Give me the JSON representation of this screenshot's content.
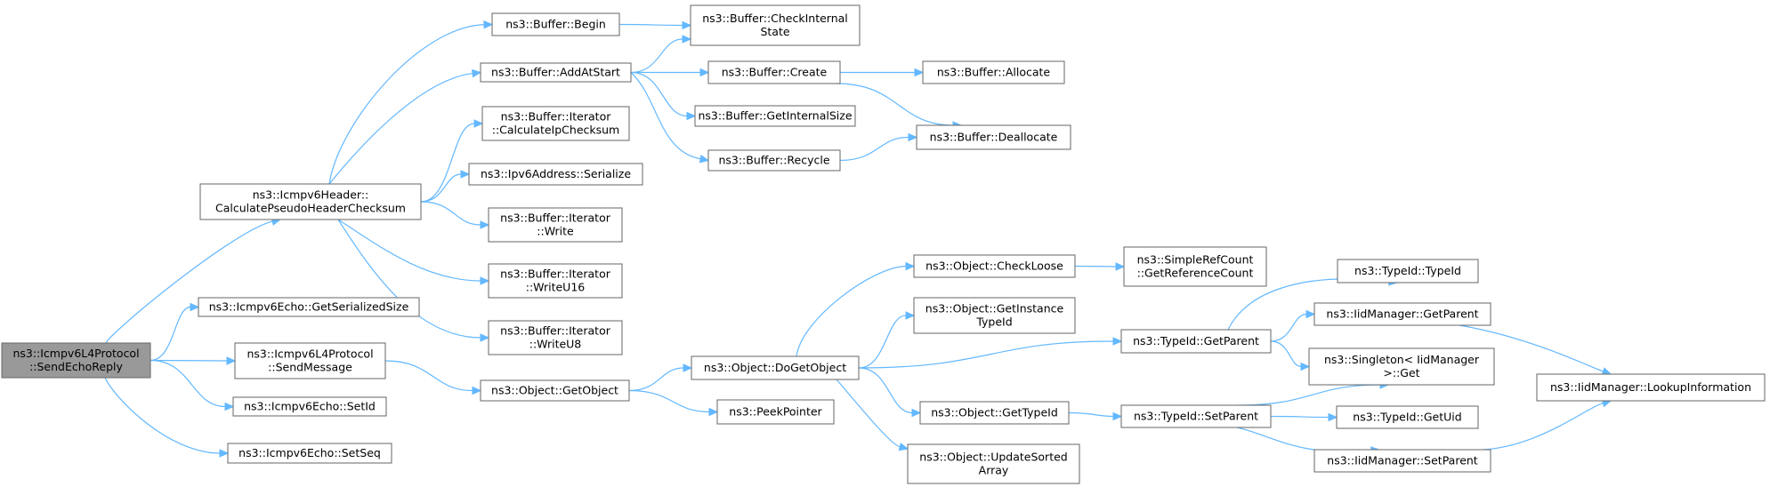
{
  "diagram": {
    "title": "",
    "nodes": [
      {
        "id": "send_echo_reply",
        "lines": [
          "ns3::Icmpv6L4Protocol",
          "::SendEchoReply"
        ],
        "root": true
      },
      {
        "id": "calc_pseudo",
        "lines": [
          "ns3::Icmpv6Header::",
          "CalculatePseudoHeaderChecksum"
        ]
      },
      {
        "id": "echo_get_serialized",
        "lines": [
          "ns3::Icmpv6Echo::GetSerializedSize"
        ]
      },
      {
        "id": "send_message",
        "lines": [
          "ns3::Icmpv6L4Protocol",
          "::SendMessage"
        ]
      },
      {
        "id": "echo_set_id",
        "lines": [
          "ns3::Icmpv6Echo::SetId"
        ]
      },
      {
        "id": "echo_set_seq",
        "lines": [
          "ns3::Icmpv6Echo::SetSeq"
        ]
      },
      {
        "id": "buffer_begin",
        "lines": [
          "ns3::Buffer::Begin"
        ]
      },
      {
        "id": "buffer_add_at_start",
        "lines": [
          "ns3::Buffer::AddAtStart"
        ]
      },
      {
        "id": "iter_calc_ip",
        "lines": [
          "ns3::Buffer::Iterator",
          "::CalculateIpChecksum"
        ]
      },
      {
        "id": "ipv6_serialize",
        "lines": [
          "ns3::Ipv6Address::Serialize"
        ]
      },
      {
        "id": "iter_write",
        "lines": [
          "ns3::Buffer::Iterator",
          "::Write"
        ]
      },
      {
        "id": "iter_write_u16",
        "lines": [
          "ns3::Buffer::Iterator",
          "::WriteU16"
        ]
      },
      {
        "id": "iter_write_u8",
        "lines": [
          "ns3::Buffer::Iterator",
          "::WriteU8"
        ]
      },
      {
        "id": "object_get_object",
        "lines": [
          "ns3::Object::GetObject"
        ]
      },
      {
        "id": "buffer_check_internal",
        "lines": [
          "ns3::Buffer::CheckInternal",
          "State"
        ]
      },
      {
        "id": "buffer_create",
        "lines": [
          "ns3::Buffer::Create"
        ]
      },
      {
        "id": "buffer_get_internal_size",
        "lines": [
          "ns3::Buffer::GetInternalSize"
        ]
      },
      {
        "id": "buffer_recycle",
        "lines": [
          "ns3::Buffer::Recycle"
        ]
      },
      {
        "id": "object_do_get_object",
        "lines": [
          "ns3::Object::DoGetObject"
        ]
      },
      {
        "id": "peek_pointer",
        "lines": [
          "ns3::PeekPointer"
        ]
      },
      {
        "id": "buffer_allocate",
        "lines": [
          "ns3::Buffer::Allocate"
        ]
      },
      {
        "id": "buffer_deallocate",
        "lines": [
          "ns3::Buffer::Deallocate"
        ]
      },
      {
        "id": "object_check_loose",
        "lines": [
          "ns3::Object::CheckLoose"
        ]
      },
      {
        "id": "object_get_instance_typeid",
        "lines": [
          "ns3::Object::GetInstance",
          "TypeId"
        ]
      },
      {
        "id": "object_get_typeid",
        "lines": [
          "ns3::Object::GetTypeId"
        ]
      },
      {
        "id": "object_update_sorted",
        "lines": [
          "ns3::Object::UpdateSorted",
          "Array"
        ]
      },
      {
        "id": "simple_ref_count",
        "lines": [
          "ns3::SimpleRefCount",
          "::GetReferenceCount"
        ]
      },
      {
        "id": "typeid_get_parent",
        "lines": [
          "ns3::TypeId::GetParent"
        ]
      },
      {
        "id": "typeid_set_parent",
        "lines": [
          "ns3::TypeId::SetParent"
        ]
      },
      {
        "id": "typeid_typeid",
        "lines": [
          "ns3::TypeId::TypeId"
        ]
      },
      {
        "id": "iidmanager_get_parent",
        "lines": [
          "ns3::IidManager::GetParent"
        ]
      },
      {
        "id": "singleton_get",
        "lines": [
          "ns3::Singleton< IidManager",
          " >::Get"
        ]
      },
      {
        "id": "typeid_get_uid",
        "lines": [
          "ns3::TypeId::GetUid"
        ]
      },
      {
        "id": "iidmanager_set_parent",
        "lines": [
          "ns3::IidManager::SetParent"
        ]
      },
      {
        "id": "iidmanager_lookup",
        "lines": [
          "ns3::IidManager::LookupInformation"
        ]
      }
    ],
    "edges": [
      [
        "send_echo_reply",
        "calc_pseudo"
      ],
      [
        "send_echo_reply",
        "echo_get_serialized"
      ],
      [
        "send_echo_reply",
        "send_message"
      ],
      [
        "send_echo_reply",
        "echo_set_id"
      ],
      [
        "send_echo_reply",
        "echo_set_seq"
      ],
      [
        "calc_pseudo",
        "buffer_begin"
      ],
      [
        "calc_pseudo",
        "buffer_add_at_start"
      ],
      [
        "calc_pseudo",
        "iter_calc_ip"
      ],
      [
        "calc_pseudo",
        "ipv6_serialize"
      ],
      [
        "calc_pseudo",
        "iter_write"
      ],
      [
        "calc_pseudo",
        "iter_write_u16"
      ],
      [
        "calc_pseudo",
        "iter_write_u8"
      ],
      [
        "buffer_begin",
        "buffer_check_internal"
      ],
      [
        "buffer_add_at_start",
        "buffer_check_internal"
      ],
      [
        "buffer_add_at_start",
        "buffer_create"
      ],
      [
        "buffer_add_at_start",
        "buffer_get_internal_size"
      ],
      [
        "buffer_add_at_start",
        "buffer_recycle"
      ],
      [
        "buffer_create",
        "buffer_allocate"
      ],
      [
        "buffer_create",
        "buffer_deallocate"
      ],
      [
        "buffer_recycle",
        "buffer_deallocate"
      ],
      [
        "send_message",
        "object_get_object"
      ],
      [
        "object_get_object",
        "object_do_get_object"
      ],
      [
        "object_get_object",
        "peek_pointer"
      ],
      [
        "object_do_get_object",
        "object_check_loose"
      ],
      [
        "object_do_get_object",
        "object_get_instance_typeid"
      ],
      [
        "object_do_get_object",
        "typeid_get_parent"
      ],
      [
        "object_do_get_object",
        "object_get_typeid"
      ],
      [
        "object_do_get_object",
        "object_update_sorted"
      ],
      [
        "object_check_loose",
        "simple_ref_count"
      ],
      [
        "object_get_typeid",
        "typeid_set_parent"
      ],
      [
        "typeid_get_parent",
        "typeid_typeid"
      ],
      [
        "typeid_get_parent",
        "iidmanager_get_parent"
      ],
      [
        "typeid_get_parent",
        "singleton_get"
      ],
      [
        "typeid_set_parent",
        "singleton_get"
      ],
      [
        "typeid_set_parent",
        "typeid_get_uid"
      ],
      [
        "typeid_set_parent",
        "iidmanager_set_parent"
      ],
      [
        "iidmanager_get_parent",
        "iidmanager_lookup"
      ],
      [
        "iidmanager_set_parent",
        "iidmanager_lookup"
      ]
    ]
  }
}
